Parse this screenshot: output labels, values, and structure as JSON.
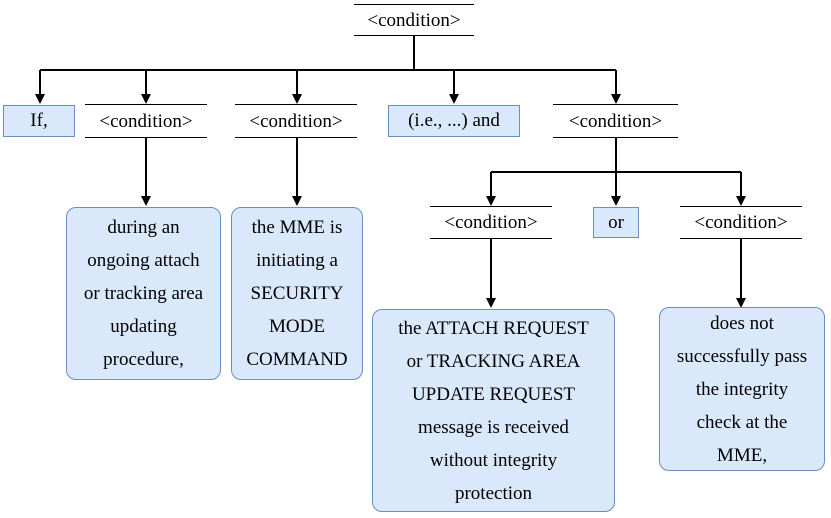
{
  "root": {
    "label": "<condition>"
  },
  "level1": {
    "if_label": "If,",
    "cond_a": "<condition>",
    "cond_b": "<condition>",
    "ie_label": "(i.e., ...) and",
    "cond_c": "<condition>"
  },
  "level2": {
    "cond_c1": "<condition>",
    "or_label": "or",
    "cond_c2": "<condition>"
  },
  "leaves": {
    "a": [
      "during an",
      "ongoing attach",
      "or tracking area",
      "updating",
      "procedure,"
    ],
    "b": [
      "the MME is",
      "initiating a",
      "SECURITY",
      "MODE",
      "COMMAND"
    ],
    "c1": [
      "the ATTACH REQUEST",
      "or TRACKING AREA",
      "UPDATE REQUEST",
      "message is received",
      "without integrity",
      "protection"
    ],
    "c2": [
      "does not",
      "successfully pass",
      "the integrity",
      "check at the",
      "MME,"
    ]
  },
  "colors": {
    "box_fill": "#dae8fc",
    "box_stroke": "#6c8ebf",
    "line": "#000000"
  }
}
